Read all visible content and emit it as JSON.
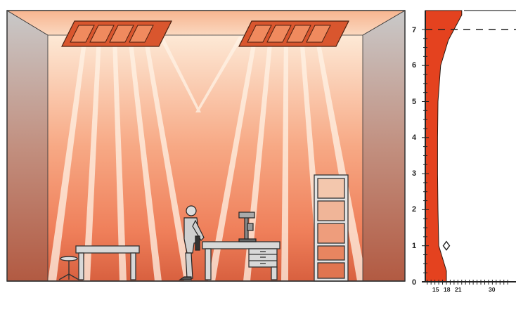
{
  "diagram": {
    "y_axis": {
      "ticks": [
        "0",
        "1",
        "2",
        "3",
        "4",
        "5",
        "6",
        "7"
      ]
    },
    "x_axis": {
      "ticks": [
        "15",
        "18",
        "21",
        "30"
      ]
    },
    "dashed_reference_level": 7,
    "marker_point": {
      "x": 18,
      "y": 1,
      "shape": "diamond"
    },
    "temperature_profile": [
      {
        "height": 0,
        "temp": 18
      },
      {
        "height": 0.3,
        "temp": 18
      },
      {
        "height": 1,
        "temp": 16
      },
      {
        "height": 2,
        "temp": 15.8
      },
      {
        "height": 3,
        "temp": 15.7
      },
      {
        "height": 4,
        "temp": 15.7
      },
      {
        "height": 5,
        "temp": 15.8
      },
      {
        "height": 6,
        "temp": 16.5
      },
      {
        "height": 6.7,
        "temp": 18.5
      },
      {
        "height": 7,
        "temp": 20
      },
      {
        "height": 7.4,
        "temp": 22
      }
    ],
    "colors": {
      "heat_red": "#e4421f",
      "heat_light": "#f9c7a4",
      "ceiling_panel": "#d9562e",
      "wall_grey": "#c8c8c8",
      "floor_dark": "#b2553d"
    }
  }
}
